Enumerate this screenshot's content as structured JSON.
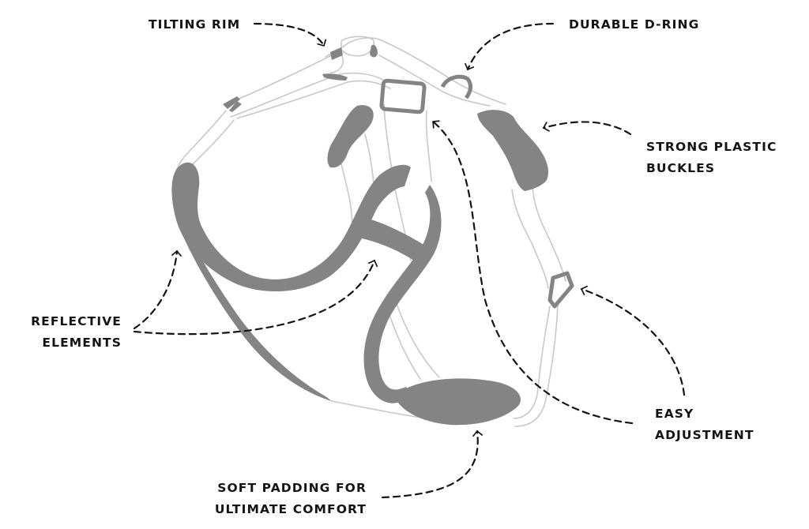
{
  "diagram": {
    "subject": "dog harness",
    "colors": {
      "background": "#ffffff",
      "strap_outline": "#c8c8c8",
      "padding_fill": "#848484",
      "label_text": "#141414",
      "arrow": "#141414"
    },
    "callouts": [
      {
        "id": "tilting-rim",
        "lines": [
          "TILTING RIM"
        ]
      },
      {
        "id": "durable-d-ring",
        "lines": [
          "DURABLE D-RING"
        ]
      },
      {
        "id": "strong-plastic-buckles",
        "lines": [
          "STRONG PLASTIC",
          "BUCKLES"
        ]
      },
      {
        "id": "reflective-elements",
        "lines": [
          "REFLECTIVE",
          "ELEMENTS"
        ]
      },
      {
        "id": "easy-adjustment",
        "lines": [
          "EASY",
          "ADJUSTMENT"
        ]
      },
      {
        "id": "soft-padding",
        "lines": [
          "SOFT PADDING FOR",
          "ULTIMATE COMFORT"
        ]
      }
    ]
  }
}
